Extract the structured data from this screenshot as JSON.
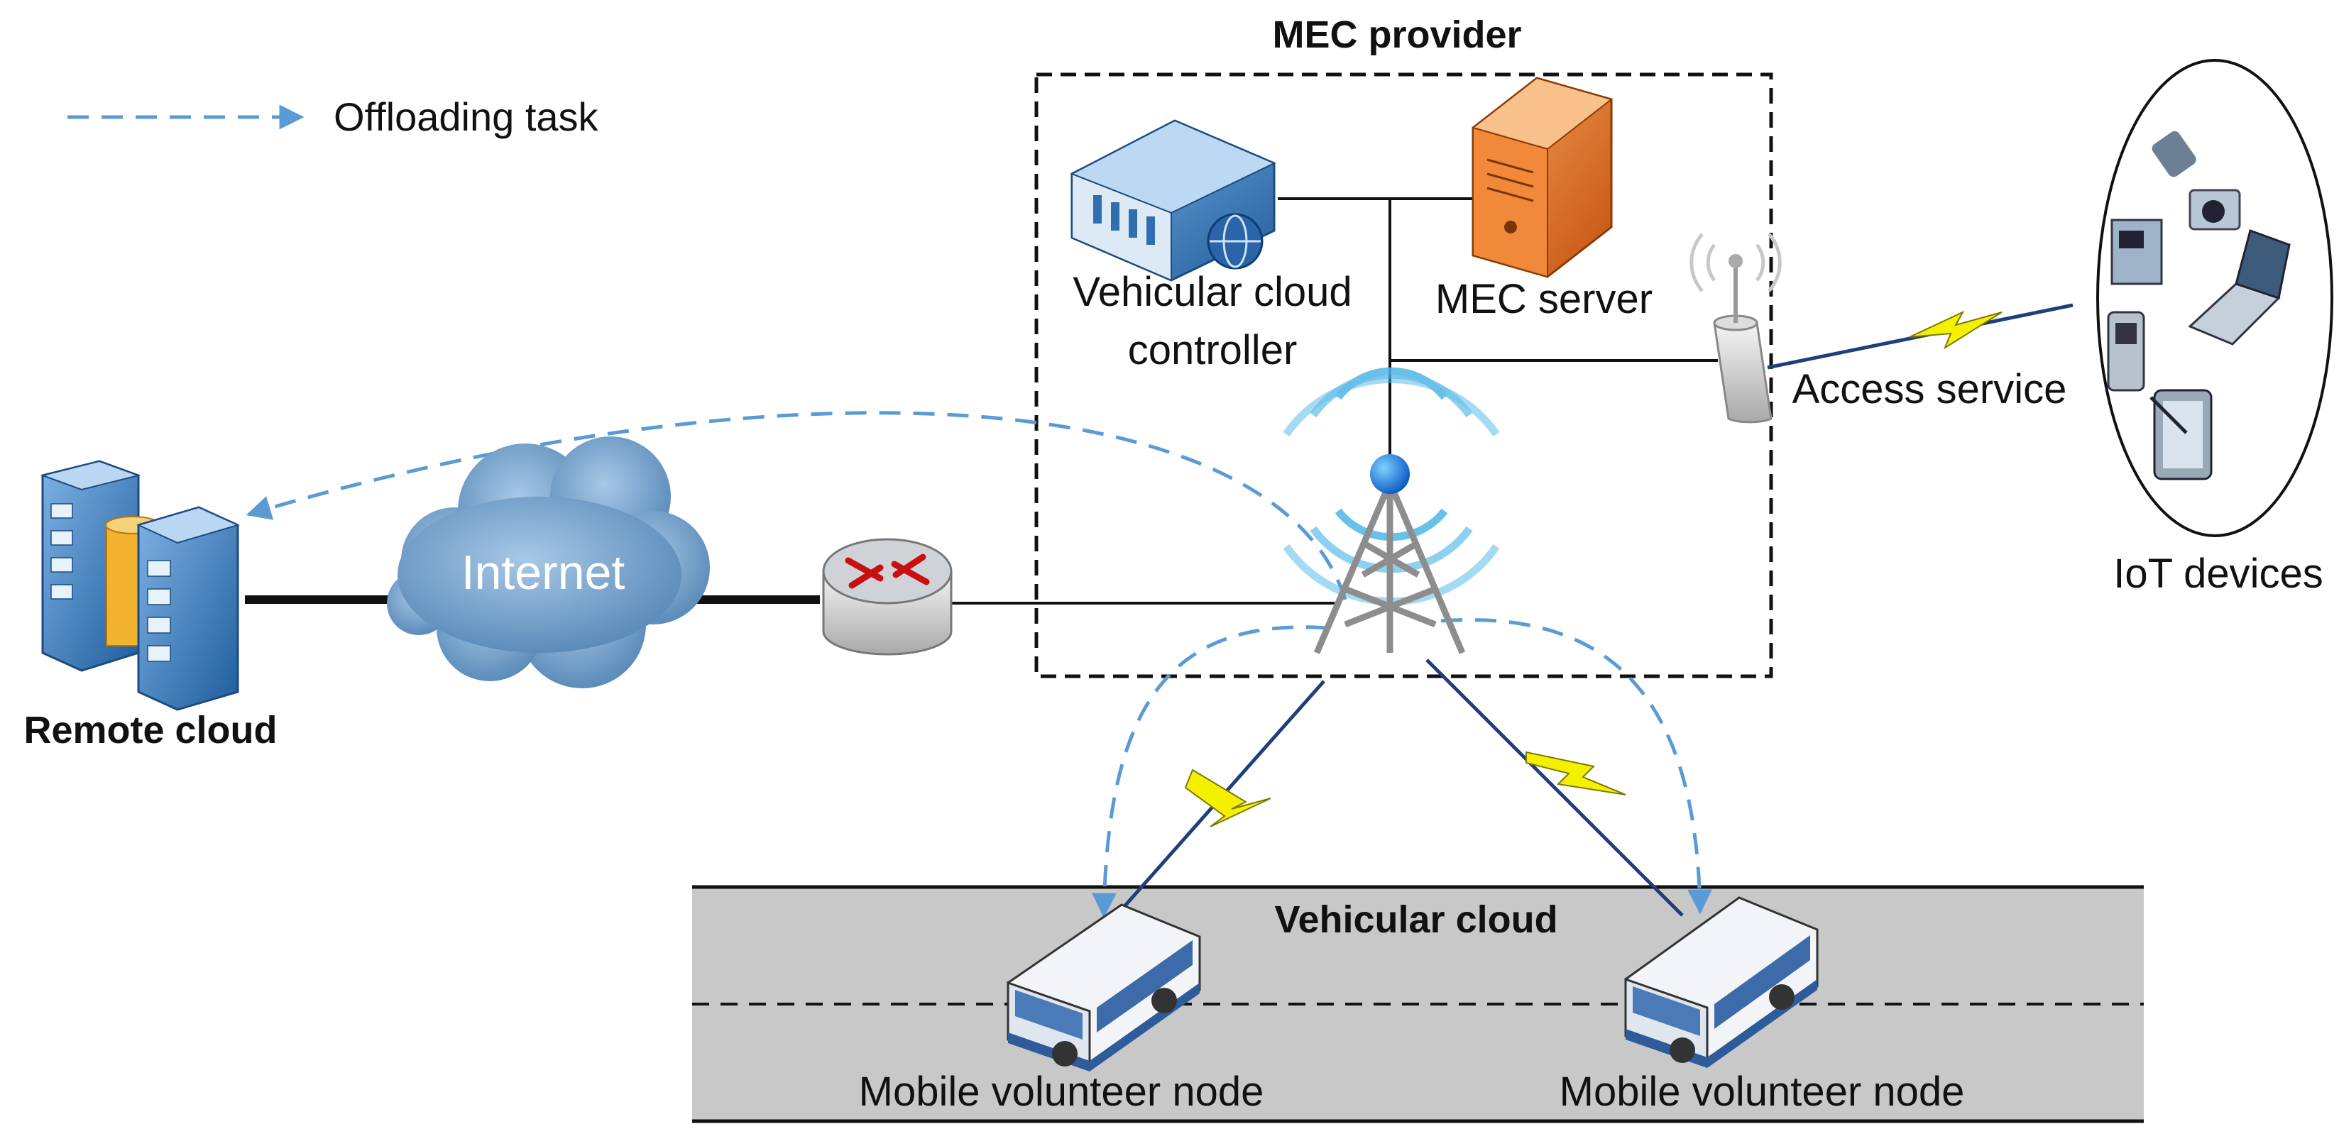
{
  "legend": {
    "offloading_task": "Offloading task"
  },
  "labels": {
    "mec_provider": "MEC provider",
    "vehicular_cloud_controller_line1": "Vehicular cloud",
    "vehicular_cloud_controller_line2": "controller",
    "mec_server": "MEC server",
    "access_service": "Access service",
    "iot_devices": "IoT devices",
    "internet": "Internet",
    "remote_cloud": "Remote cloud",
    "vehicular_cloud": "Vehicular cloud",
    "volunteer_node_left": "Mobile volunteer node",
    "volunteer_node_right": "Mobile volunteer node"
  },
  "colors": {
    "offload_arrow": "#5b9bd5",
    "lightning": "#f5f000",
    "server_blue": "#2e6fb0",
    "mec_orange": "#e36c1d",
    "road": "#c8c8c8",
    "cloud": "#6f9fc8"
  }
}
